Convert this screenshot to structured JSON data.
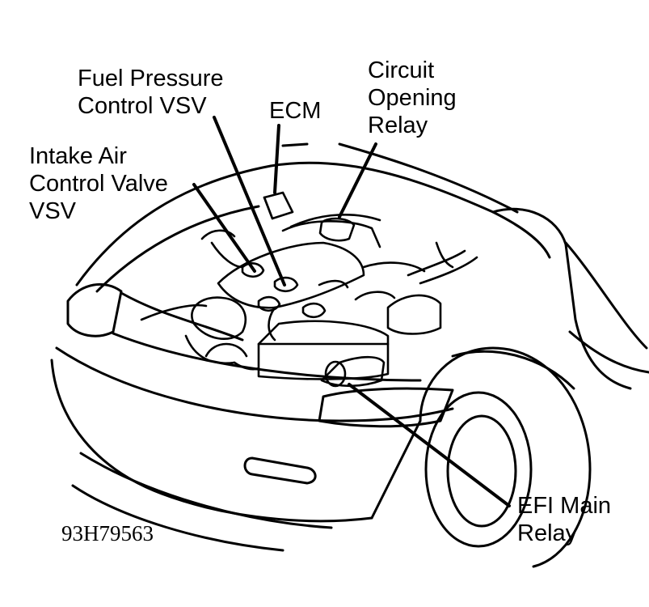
{
  "labels": {
    "fuel_pressure_vsv": [
      "Fuel Pressure",
      "Control VSV"
    ],
    "ecm": [
      "ECM"
    ],
    "circuit_opening_relay": [
      "Circuit",
      "Opening",
      "Relay"
    ],
    "intake_air_vsv": [
      "Intake Air",
      "Control Valve",
      "VSV"
    ],
    "efi_main_relay": [
      "EFI Main",
      "Relay"
    ]
  },
  "figure_code": "93H79563",
  "colors": {
    "ink": "#000000",
    "paper": "#ffffff"
  }
}
